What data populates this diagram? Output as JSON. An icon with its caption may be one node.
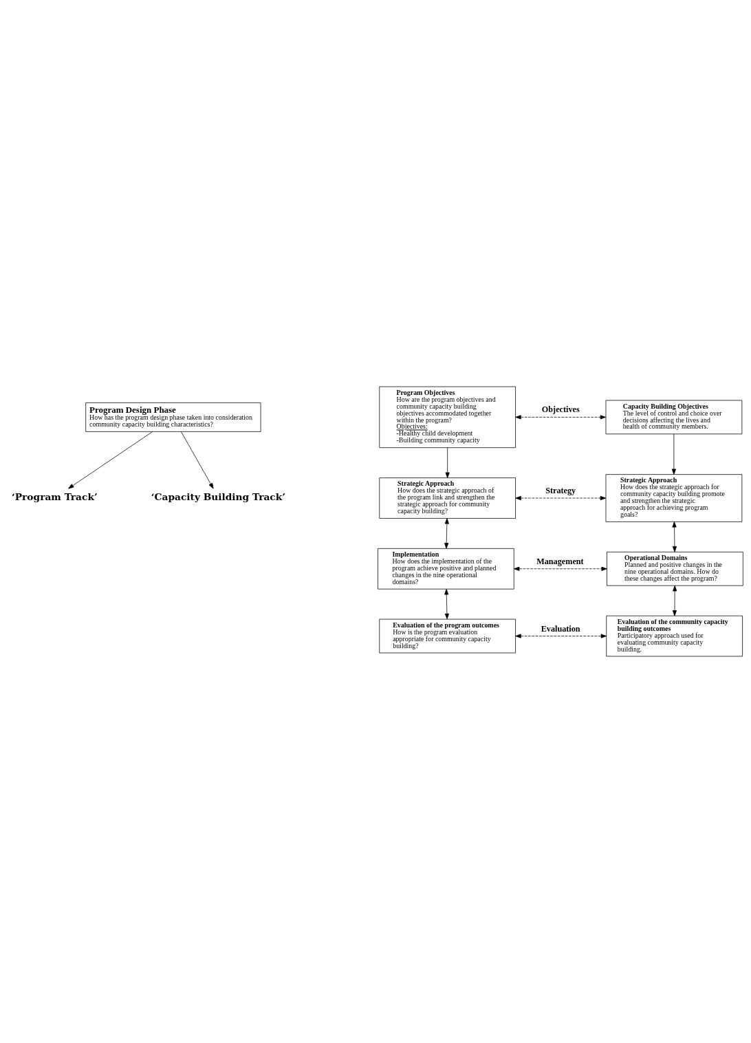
{
  "diagram": {
    "nodes": [
      {
        "text": [
          "Program Design Phase",
          "How has the program design phase taken into consideration community capacity building characteristics?"
        ]
      },
      {
        "text": [
          "‘Program Track’"
        ]
      },
      {
        "text": [
          "‘Capacity Building Track’"
        ]
      },
      {
        "text": [
          "Program Objectives",
          "How are the program objectives and community capacity building objectives accommodated together within the program?",
          "Objectives:",
          "-Healthy child development",
          "-Building community capacity"
        ]
      },
      {
        "text": [
          "Capacity Building Objectives",
          "The level of control and choice over decisions affecting the lives and health of community members."
        ]
      },
      {
        "text": [
          "Strategic Approach",
          "How does the strategic approach of the program link and strengthen the strategic approach for community capacity building?"
        ]
      },
      {
        "text": [
          "Strategic Approach",
          "How does the strategic approach for community capacity building promote and strengthen the strategic approach for achieving program goals?"
        ]
      },
      {
        "text": [
          "Implementation",
          "How does the implementation of the program achieve positive and planned changes in the nine operational domains?"
        ]
      },
      {
        "text": [
          "Operational Domains",
          "Planned and positive changes in the nine operational domains. How do these changes affect the program?"
        ]
      },
      {
        "text": [
          "Evaluation of the program outcomes",
          "How is the program evaluation appropriate for community capacity building?"
        ]
      },
      {
        "text": [
          "Evaluation of the community capacity building outcomes",
          "Participatory approach used for evaluating community capacity building."
        ]
      }
    ],
    "edges": [
      {
        "from": 0,
        "to": 1,
        "arrow": "to"
      },
      {
        "from": 0,
        "to": 2,
        "arrow": "to"
      },
      {
        "from": 3,
        "to": 4,
        "arrow": "both",
        "style": "dashed",
        "label": "Objectives"
      },
      {
        "from": 4,
        "to": 6,
        "arrow": "to"
      },
      {
        "from": 3,
        "to": 5,
        "arrow": "to"
      },
      {
        "from": 5,
        "to": 6,
        "arrow": "both",
        "style": "dashed",
        "label": "Strategy"
      },
      {
        "from": 5,
        "to": 7,
        "arrow": "both"
      },
      {
        "from": 6,
        "to": 8,
        "arrow": "both"
      },
      {
        "from": 7,
        "to": 8,
        "arrow": "both",
        "style": "dashed",
        "label": "Management"
      },
      {
        "from": 7,
        "to": 9,
        "arrow": "both"
      },
      {
        "from": 8,
        "to": 10,
        "arrow": "both"
      },
      {
        "from": 9,
        "to": 10,
        "arrow": "both",
        "style": "dashed",
        "label": "Evaluation"
      }
    ]
  }
}
